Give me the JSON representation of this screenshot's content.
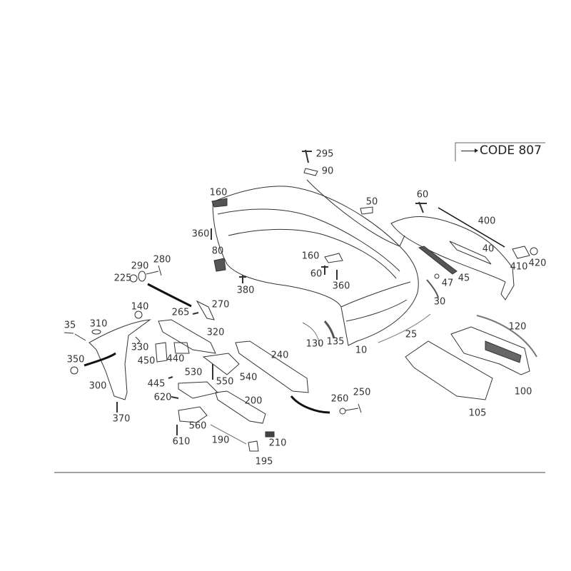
{
  "code_box": {
    "label": "CODE 807"
  },
  "callouts": [
    "295",
    "90",
    "160",
    "50",
    "60",
    "400",
    "360",
    "80",
    "40",
    "160",
    "410",
    "420",
    "60",
    "45",
    "47",
    "290",
    "280",
    "225",
    "360",
    "380",
    "30",
    "270",
    "140",
    "265",
    "35",
    "310",
    "320",
    "330",
    "130",
    "135",
    "10",
    "25",
    "120",
    "240",
    "350",
    "450",
    "440",
    "530",
    "540",
    "445",
    "550",
    "300",
    "200",
    "620",
    "260",
    "250",
    "100",
    "370",
    "105",
    "560",
    "190",
    "610",
    "210",
    "195"
  ]
}
